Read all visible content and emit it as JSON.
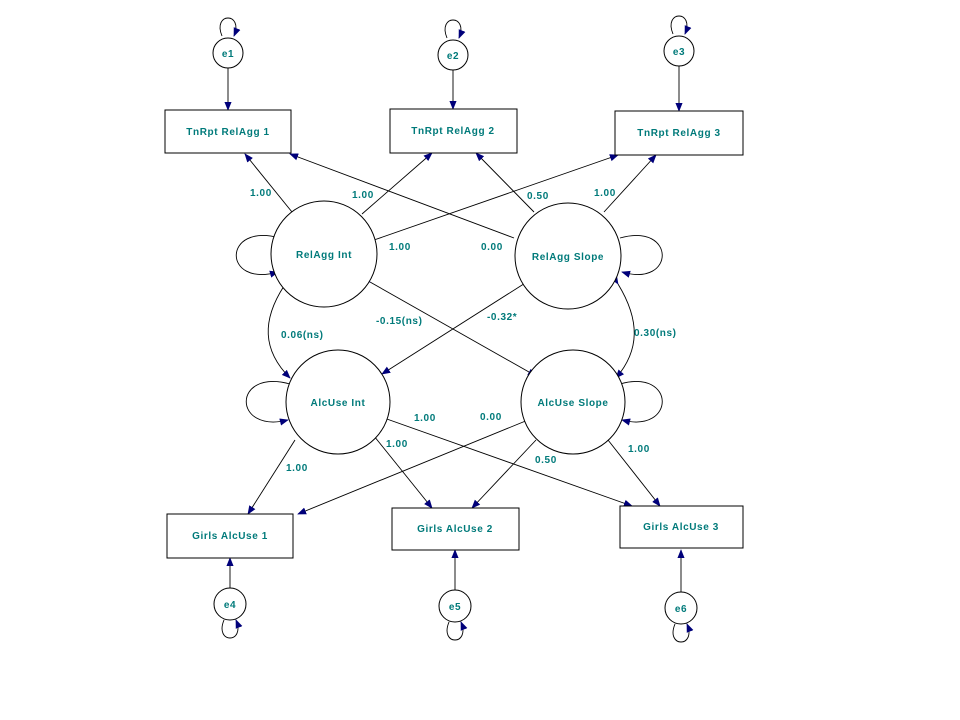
{
  "colors": {
    "label": "#007a7a",
    "arrowhead": "#00007a",
    "stroke": "#000000"
  },
  "observed": {
    "tn1": "TnRpt RelAgg 1",
    "tn2": "TnRpt RelAgg 2",
    "tn3": "TnRpt RelAgg 3",
    "g1": "Girls AlcUse 1",
    "g2": "Girls AlcUse 2",
    "g3": "Girls AlcUse 3"
  },
  "latent": {
    "relagg_int": "RelAgg Int",
    "relagg_slope": "RelAgg Slope",
    "alcuse_int": "AlcUse Int",
    "alcuse_slope": "AlcUse Slope"
  },
  "errors": {
    "e1": "e1",
    "e2": "e2",
    "e3": "e3",
    "e4": "e4",
    "e5": "e5",
    "e6": "e6"
  },
  "paths": {
    "relagg_int_tn1": "1.00",
    "relagg_int_tn2": "1.00",
    "relagg_int_tn3": "1.00",
    "relagg_slope_tn1": "0.00",
    "relagg_slope_tn2": "0.50",
    "relagg_slope_tn3": "1.00",
    "alcuse_int_g1": "1.00",
    "alcuse_int_g2": "1.00",
    "alcuse_int_g3": "1.00",
    "alcuse_slope_g1": "0.00",
    "alcuse_slope_g2": "0.50",
    "alcuse_slope_g3": "1.00"
  },
  "covariances": {
    "relagg_int_alcuse_int": "0.06(ns)",
    "relagg_int_alcuse_slope": "-0.15(ns)",
    "relagg_slope_alcuse_int": "-0.32*",
    "relagg_slope_alcuse_slope": "0.30(ns)"
  }
}
